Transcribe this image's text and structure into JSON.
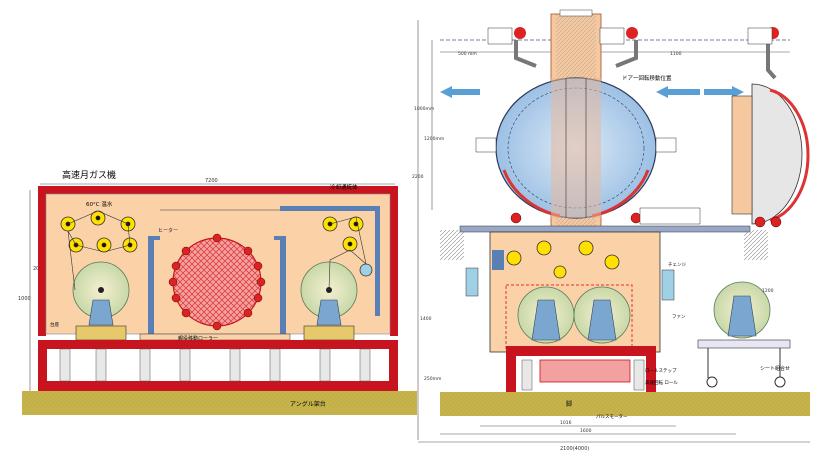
{
  "left_machine": {
    "title": "高速月ガス機",
    "label_hot_water": "60°C 温水",
    "label_cooling": "冷却通統体",
    "label_heater": "ヒーター",
    "label_roller": "親役移動ローラー",
    "label_base": "アングル架台",
    "label_a_side": "台座",
    "dim_top": "7200",
    "dim_right": "200",
    "dim_left": "1000"
  },
  "right_machine": {
    "label_door_move": "ドア一回転移動位置",
    "dim_500": "500 mm",
    "dim_1100": "1100",
    "dim_1000": "1000mm",
    "dim_1200": "1200mm",
    "dim_2200": "2200",
    "dim_1400": "1400",
    "dim_250": "250mm",
    "dim_1200r": "1200",
    "label_shito": "シート組合せ",
    "label_kyaku": "脚",
    "label_pulse": "パルスモーター",
    "label_roller": "ロールステップ",
    "label_unpack": "高速回転 ロール",
    "dim_1016": "1016",
    "dim_1600": "1600",
    "dim_total": "2100(4000)",
    "label_heater": "チェンジ",
    "label_fan": "ファン"
  },
  "colors": {
    "frame_red": "#c8141e",
    "body_peach": "#fbd2a8",
    "blue_sphere": "#a8c8e8",
    "steel_blue": "#5a7fb4",
    "base_olive": "#c8b446",
    "yellow": "#ffe000"
  }
}
